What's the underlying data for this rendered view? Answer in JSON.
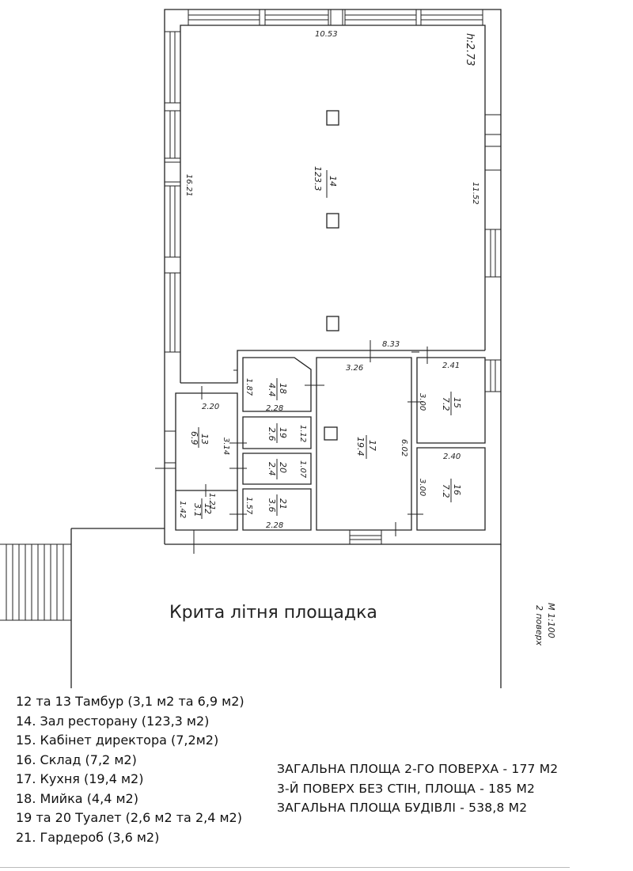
{
  "plan": {
    "caption": "Крита літня площадка",
    "dims": {
      "top_width": "10.53",
      "height_marker": "h:2.73",
      "hall_left": "16.21",
      "hall_right": "11.52",
      "lower_right_width": "8.33",
      "kitchen_top": "3.26",
      "office_top": "2.41",
      "office_left": "3.00",
      "store_top": "2.40",
      "store_left": "3.00",
      "kitchen_right": "6.02",
      "vest13_top": "2.20",
      "vest13_right": "3.14",
      "vest12_left": "1.42",
      "vest12_top": "1.21",
      "wash_left": "1.87",
      "wash_bottom": "2.28",
      "wc_side_a": "1.12",
      "wc_side_b": "1.07",
      "ward_left": "1.57",
      "ward_bottom": "2.28",
      "scale": "M 1:100",
      "floor": "2 поверх"
    },
    "rooms": {
      "r14": {
        "num": "14",
        "area": "123.3"
      },
      "r13": {
        "num": "13",
        "area": "6.9"
      },
      "r12": {
        "num": "12",
        "area": "3.1"
      },
      "r18": {
        "num": "18",
        "area": "4.4"
      },
      "r19": {
        "num": "19",
        "area": "2.6"
      },
      "r20": {
        "num": "20",
        "area": "2.4"
      },
      "r21": {
        "num": "21",
        "area": "3.6"
      },
      "r17": {
        "num": "17",
        "area": "19.4"
      },
      "r15": {
        "num": "15",
        "area": "7.2"
      },
      "r16": {
        "num": "16",
        "area": "7.2"
      }
    }
  },
  "legend": [
    "12 та 13 Тамбур (3,1 м2 та 6,9 м2)",
    "14. Зал ресторану (123,3 м2)",
    "15. Кабінет директора (7,2м2)",
    "16. Склад (7,2 м2)",
    "17. Кухня (19,4 м2)",
    "18. Мийка (4,4 м2)",
    "19 та 20 Туалет (2,6 м2 та 2,4 м2)",
    "21. Гардероб (3,6 м2)"
  ],
  "totals": [
    "ЗАГАЛЬНА ПЛОЩА 2-ГО ПОВЕРХА - 177 М2",
    "3-Й ПОВЕРХ БЕЗ СТІН, ПЛОЩА - 185 М2",
    "ЗАГАЛЬНА ПЛОЩА БУДІВЛІ - 538,8 М2"
  ]
}
